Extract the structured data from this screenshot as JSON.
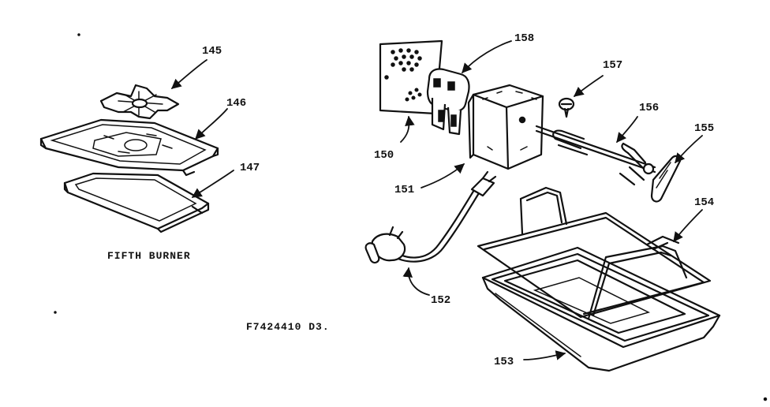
{
  "callouts": {
    "c145": "145",
    "c146": "146",
    "c147": "147",
    "c150": "150",
    "c151": "151",
    "c152": "152",
    "c153": "153",
    "c154": "154",
    "c155": "155",
    "c156": "156",
    "c157": "157",
    "c158": "158"
  },
  "captions": {
    "section_title": "FIFTH BURNER",
    "drawing_number": "F7424410 D3."
  }
}
